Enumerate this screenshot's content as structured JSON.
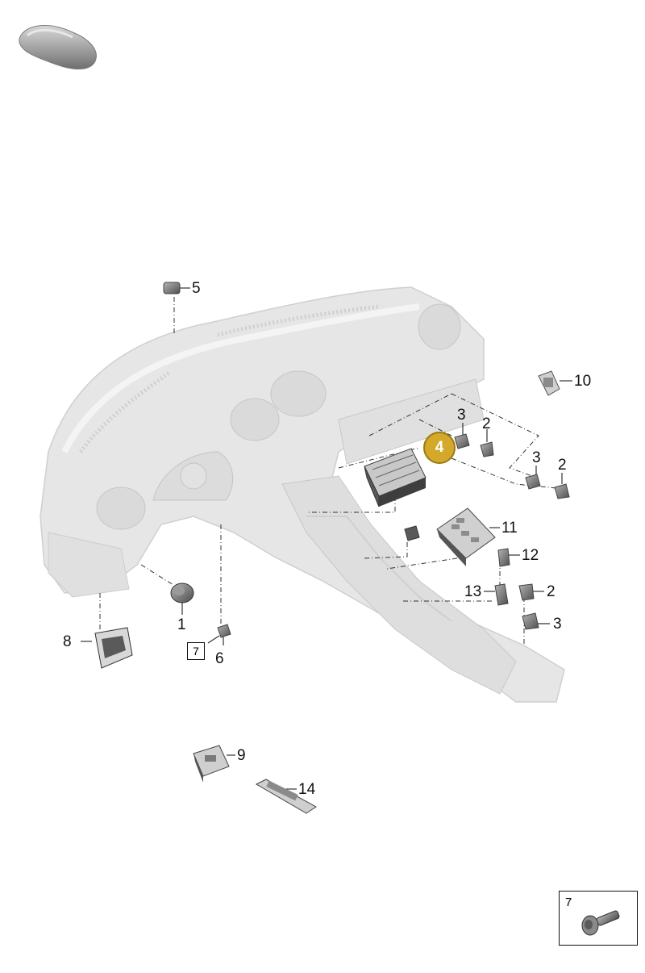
{
  "diagram": {
    "callouts": [
      {
        "id": "c5",
        "label": "5"
      },
      {
        "id": "c10",
        "label": "10"
      },
      {
        "id": "c3a",
        "label": "3"
      },
      {
        "id": "c2a",
        "label": "2"
      },
      {
        "id": "c3b",
        "label": "3"
      },
      {
        "id": "c2b",
        "label": "2"
      },
      {
        "id": "c11",
        "label": "11"
      },
      {
        "id": "c12",
        "label": "12"
      },
      {
        "id": "c13",
        "label": "13"
      },
      {
        "id": "c2c",
        "label": "2"
      },
      {
        "id": "c3c",
        "label": "3"
      },
      {
        "id": "c1",
        "label": "1"
      },
      {
        "id": "c8",
        "label": "8"
      },
      {
        "id": "c6",
        "label": "6"
      },
      {
        "id": "c9",
        "label": "9"
      },
      {
        "id": "c14",
        "label": "14"
      }
    ],
    "highlighted": {
      "label": "4",
      "color": "#d4a82a"
    },
    "boxed_ref": {
      "label": "7"
    },
    "legend": {
      "label": "7",
      "icon": "screw-icon"
    }
  },
  "colors": {
    "dashboard": "#e6e6e6",
    "dashboard_edge": "#cfcfcf",
    "part": "#7c7c7c",
    "leader": "#333333"
  }
}
